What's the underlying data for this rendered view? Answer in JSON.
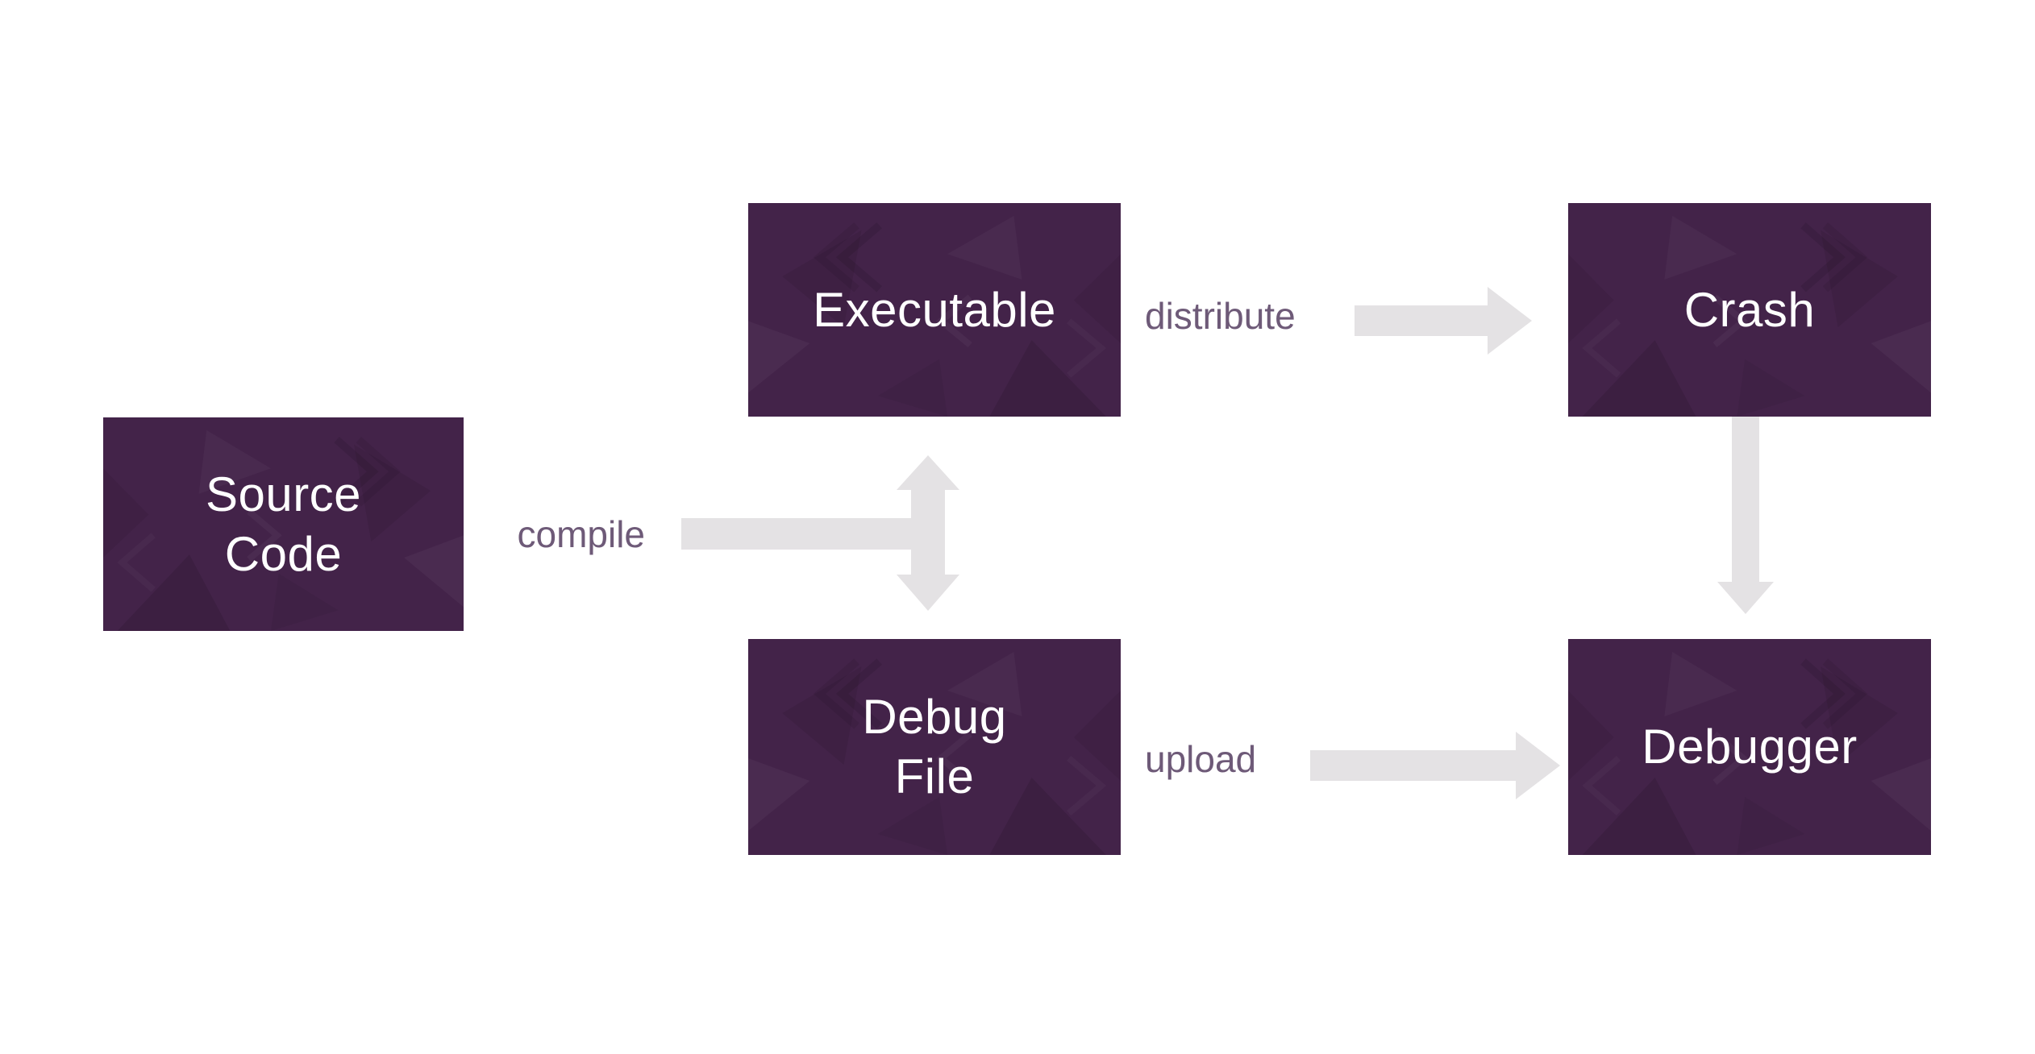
{
  "page": {
    "kind": "flow-diagram",
    "background": "#ffffff"
  },
  "palette": {
    "node_fill": "#432349",
    "node_text": "#ffffff",
    "edge_label_color": "#6e5a78",
    "arrow_fill": "#e4e2e4"
  },
  "nodes": [
    {
      "id": "source-code",
      "label": "Source Code",
      "lines": [
        "Source",
        "Code"
      ]
    },
    {
      "id": "executable",
      "label": "Executable",
      "lines": [
        "Executable"
      ]
    },
    {
      "id": "crash",
      "label": "Crash",
      "lines": [
        "Crash"
      ]
    },
    {
      "id": "debug-file",
      "label": "Debug File",
      "lines": [
        "Debug",
        "File"
      ]
    },
    {
      "id": "debugger",
      "label": "Debugger",
      "lines": [
        "Debugger"
      ]
    }
  ],
  "edges": [
    {
      "label": "compile",
      "from": "Source Code",
      "to": "Executable and Debug File",
      "style": "horizontal shaft into double-headed vertical arrow"
    },
    {
      "label": "distribute",
      "from": "Executable",
      "to": "Crash",
      "style": "right block arrow"
    },
    {
      "label": "upload",
      "from": "Debug File",
      "to": "Debugger",
      "style": "right block arrow"
    },
    {
      "label": "",
      "from": "Crash",
      "to": "Debugger",
      "style": "down block arrow"
    }
  ]
}
